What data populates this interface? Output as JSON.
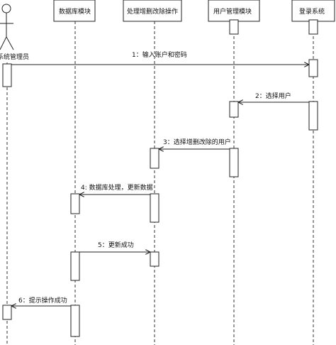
{
  "actor": {
    "label": "系统管理员"
  },
  "objects": [
    {
      "label": "数据库模块"
    },
    {
      "label": "处理增删改除操作"
    },
    {
      "label": "用户管理模块"
    },
    {
      "label": "登录系统"
    }
  ],
  "messages": [
    {
      "label": "1：输入账户和密码"
    },
    {
      "label": "2：选择用户"
    },
    {
      "label": "3：选择增删改除的用户"
    },
    {
      "label": "4: 数据库处理，更新数据"
    },
    {
      "label": "5：更新成功"
    },
    {
      "label": "6：提示操作成功"
    }
  ]
}
